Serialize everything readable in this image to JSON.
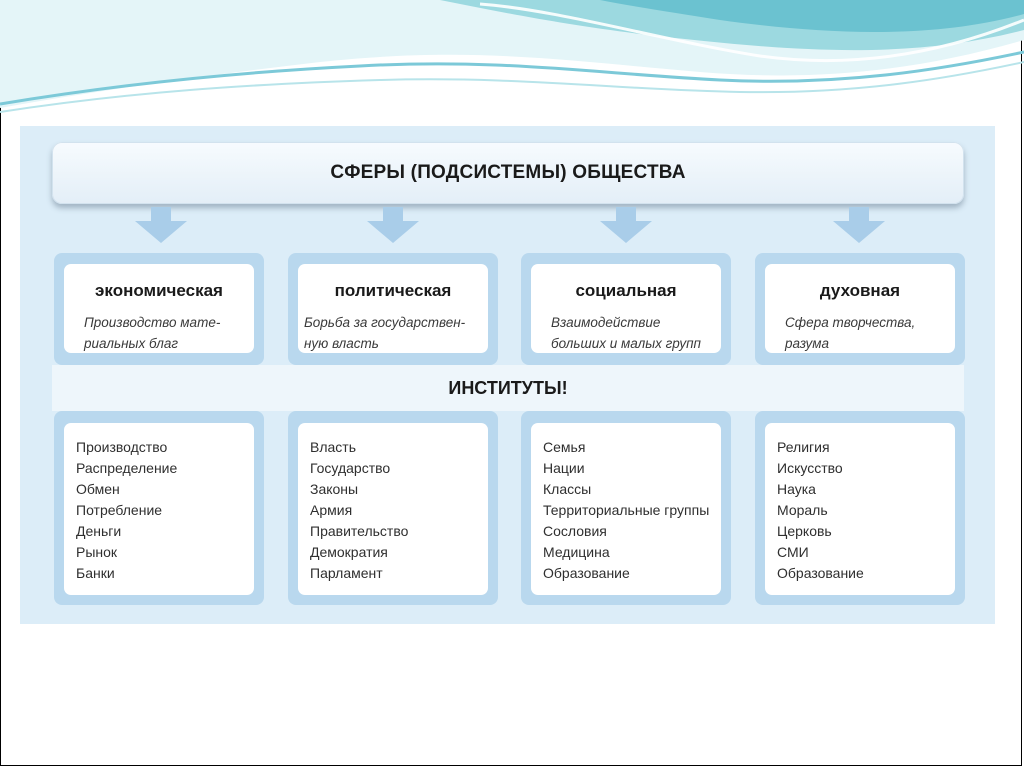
{
  "title": "СФЕРЫ (ПОДСИСТЕМЫ) ОБЩЕСТВА",
  "institutes_heading": "ИНСТИТУТЫ!",
  "spheres": [
    {
      "name": "экономическая",
      "description_lines": [
        "Производство мате-",
        "риальных благ"
      ]
    },
    {
      "name": "политическая",
      "description_lines": [
        "Борьба за государствен-",
        "ную власть"
      ]
    },
    {
      "name": "социальная",
      "description_lines": [
        "Взаимодействие",
        "больших и малых групп"
      ]
    },
    {
      "name": "духовная",
      "description_lines": [
        "Сфера творчества,",
        "разума"
      ]
    }
  ],
  "institutes": [
    [
      "Производство",
      "Распределение",
      "Обмен",
      "Потребление",
      "Деньги",
      "Рынок",
      "Банки"
    ],
    [
      "Власть",
      "Государство",
      "Законы",
      "Армия",
      "Правительство",
      "Демократия",
      "Парламент"
    ],
    [
      "Семья",
      "Нации",
      "Классы",
      "Территориальные группы",
      "Сословия",
      "Медицина",
      "Образование"
    ],
    [
      "Религия",
      "Искусство",
      "Наука",
      "Мораль",
      "Церковь",
      "СМИ",
      "Образование"
    ]
  ],
  "colors": {
    "panel": "#dcedf8",
    "column": "#b9d8ee",
    "arrow": "#a9cde9",
    "wave": "#7cc9d8"
  }
}
